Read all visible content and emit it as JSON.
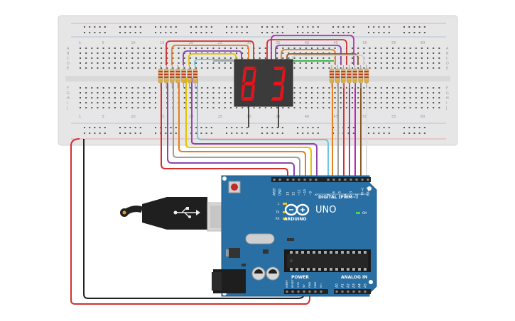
{
  "breadboard": {
    "row_letters_top": [
      "A",
      "B",
      "C",
      "D",
      "E"
    ],
    "row_letters_bottom": [
      "F",
      "G",
      "H",
      "I",
      "J"
    ],
    "column_numbers": [
      "1",
      "5",
      "10",
      "15",
      "20",
      "25",
      "30",
      "35",
      "40",
      "45",
      "50",
      "55",
      "60"
    ]
  },
  "display": {
    "left_digit": "8",
    "right_digit": "3",
    "segment_on_color": "#e8131b",
    "segment_off_color": "#3a3a3a"
  },
  "arduino": {
    "model_label": "UNO",
    "brand_label": "ARDUINO",
    "digital_label": "DIGITAL (PWM~)",
    "power_label": "POWER",
    "analog_label": "ANALOG IN",
    "on_label": "ON",
    "l_label": "L",
    "tx_label": "TX",
    "rx_label": "RX",
    "top_pin_labels": [
      "AREF",
      "GND",
      "13",
      "12",
      "~11",
      "~10",
      "~9",
      "8",
      "7",
      "~6",
      "~5",
      "4",
      "~3",
      "2",
      "TX→1",
      "RX←0"
    ],
    "power_pin_labels": [
      "IOREF",
      "RESET",
      "3.3V",
      "5V",
      "GND",
      "GND",
      "Vin"
    ],
    "analog_pin_labels": [
      "A0",
      "A1",
      "A2",
      "A3",
      "A4",
      "A5"
    ],
    "board_color": "#2a6fa3"
  },
  "wire_colors": {
    "red": "#d32f2f",
    "black": "#222222",
    "purple": "#8e44ad",
    "orange": "#e67e22",
    "yellow": "#e5c100",
    "grey": "#9e9e9e",
    "cyan": "#6ec6e0",
    "brown": "#8d5a2b",
    "magenta": "#c026b5",
    "green": "#27ae3a",
    "white": "#dddddd"
  }
}
